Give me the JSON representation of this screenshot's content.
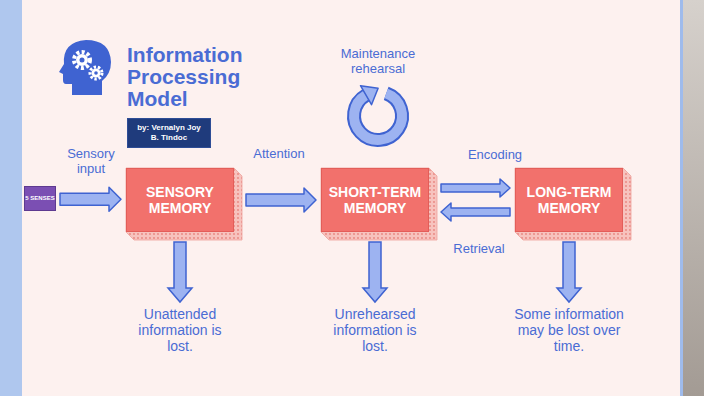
{
  "diagram": {
    "title": "Information Processing Model",
    "nodes": [
      {
        "text": [
          "by: Vernalyn Joy B. Tindoc"
        ]
      },
      {
        "text": [
          "5 SENSES"
        ]
      },
      {
        "text": [
          "SENSORY MEMORY"
        ]
      },
      {
        "text": [
          "SHORT-TERM MEMORY"
        ]
      },
      {
        "text": [
          "LONG-TERM MEMORY"
        ]
      }
    ],
    "edges": [
      {
        "from": 1,
        "to": 2,
        "arrow": "to",
        "label": "Sensory input"
      },
      {
        "from": 2,
        "to": 3,
        "arrow": "to",
        "label": "Attention"
      },
      {
        "from": 3,
        "to": 4,
        "arrow": "to",
        "label": "Encoding"
      },
      {
        "from": 4,
        "to": 3,
        "arrow": "to",
        "label": "Retrieval"
      }
    ],
    "labels": [
      "Maintenance rehearsal",
      "Unattended information is lost.",
      "Unrehearsed information is lost.",
      "Some information may be lost over time."
    ]
  }
}
